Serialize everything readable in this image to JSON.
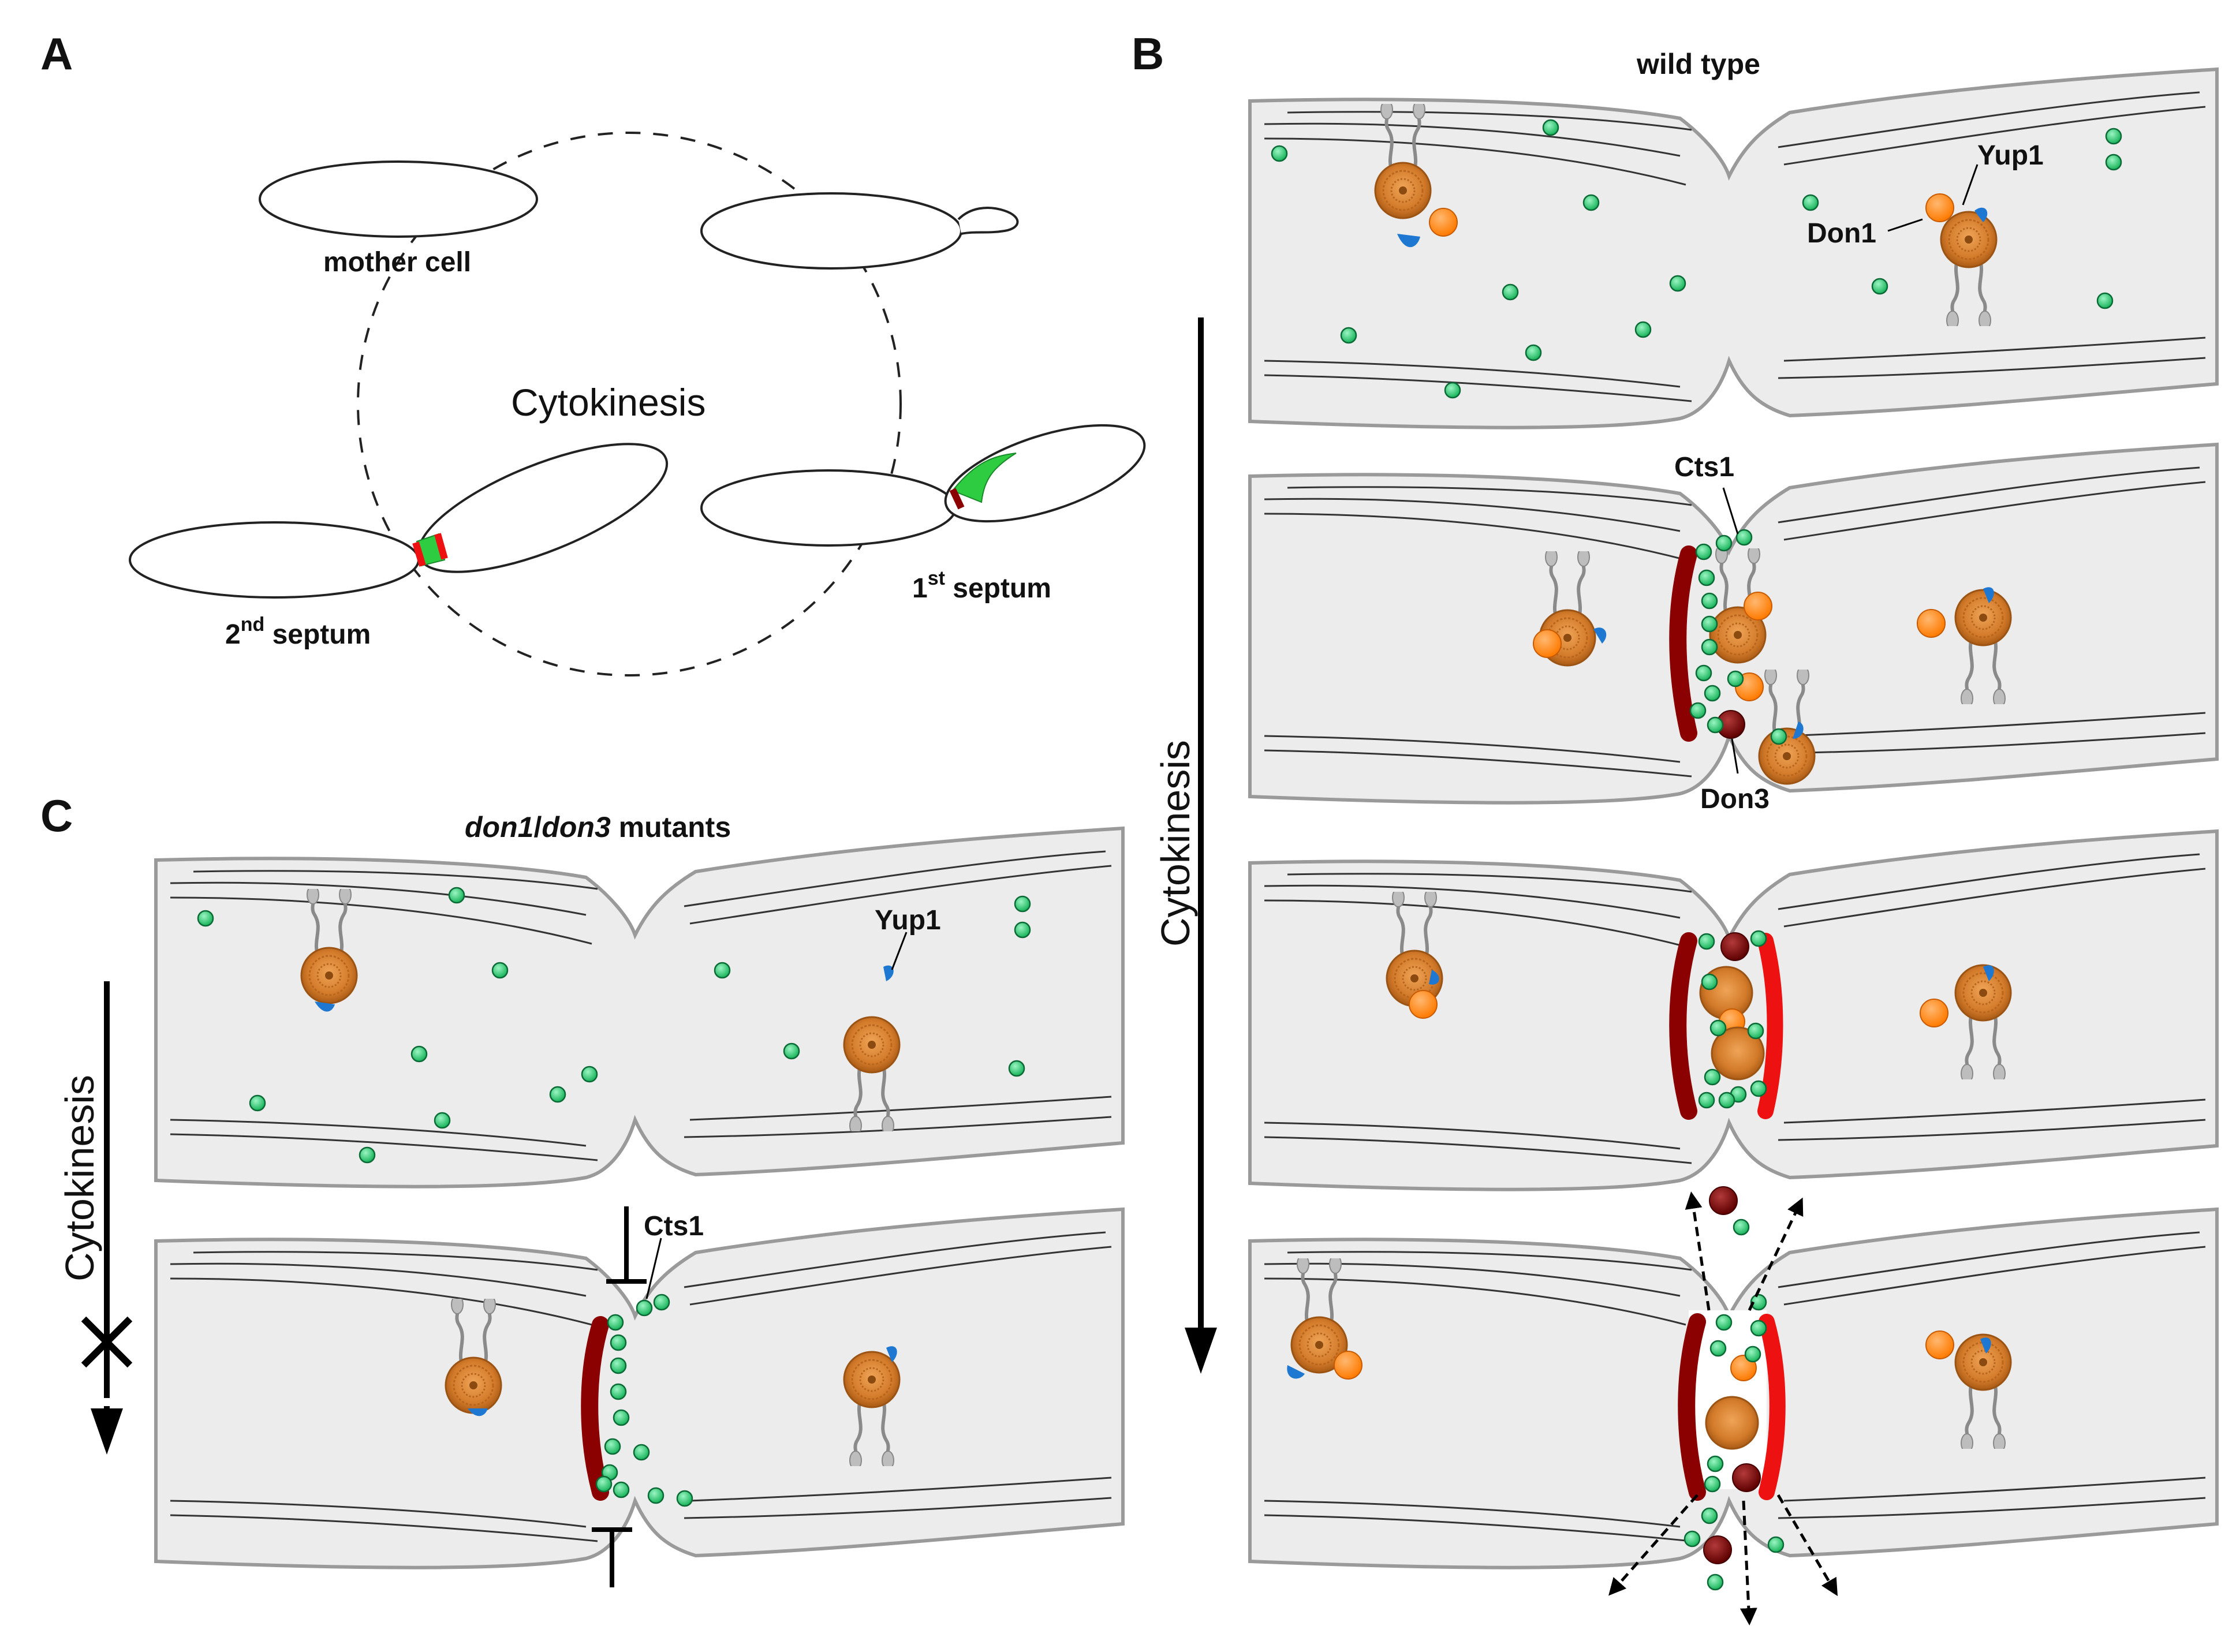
{
  "panels": {
    "a": {
      "letter": "A",
      "center_label": "Cytokinesis",
      "mother_cell": "mother cell",
      "second_septum": {
        "base": "2",
        "sup": "nd",
        "rest": " septum"
      },
      "first_septum": {
        "base": "1",
        "sup": "st",
        "rest": " septum"
      }
    },
    "b": {
      "letter": "B",
      "title": "wild type",
      "arrow_label": "Cytokinesis",
      "labels": {
        "yup1": "Yup1",
        "don1": "Don1",
        "cts1": "Cts1",
        "don3": "Don3"
      }
    },
    "c": {
      "letter": "C",
      "title_italic_1": "don1",
      "title_sep": "/",
      "title_italic_2": "don3",
      "title_rest": " mutants",
      "arrow_label": "Cytokinesis",
      "labels": {
        "yup1": "Yup1",
        "cts1": "Cts1"
      }
    }
  },
  "colors": {
    "cell_fill": "#ececec",
    "cell_stroke": "#9a9a9a",
    "cts1_green": "#2ecc71",
    "endosome_orange": "#d9802b",
    "don1_orange": "#ff8c1a",
    "yup1_blue": "#1e78d2",
    "don3_darkred": "#7a0a0a",
    "first_septum": "#8b0000",
    "second_septum": "#ee1111",
    "septum_label_red": "#ee1111",
    "septum_label_darkred": "#8b0000"
  },
  "icons": [
    "microtubule-line",
    "endosome-icon",
    "motor-icon",
    "cts1-dot",
    "don3-dot",
    "block-icon",
    "x-mark-icon"
  ]
}
